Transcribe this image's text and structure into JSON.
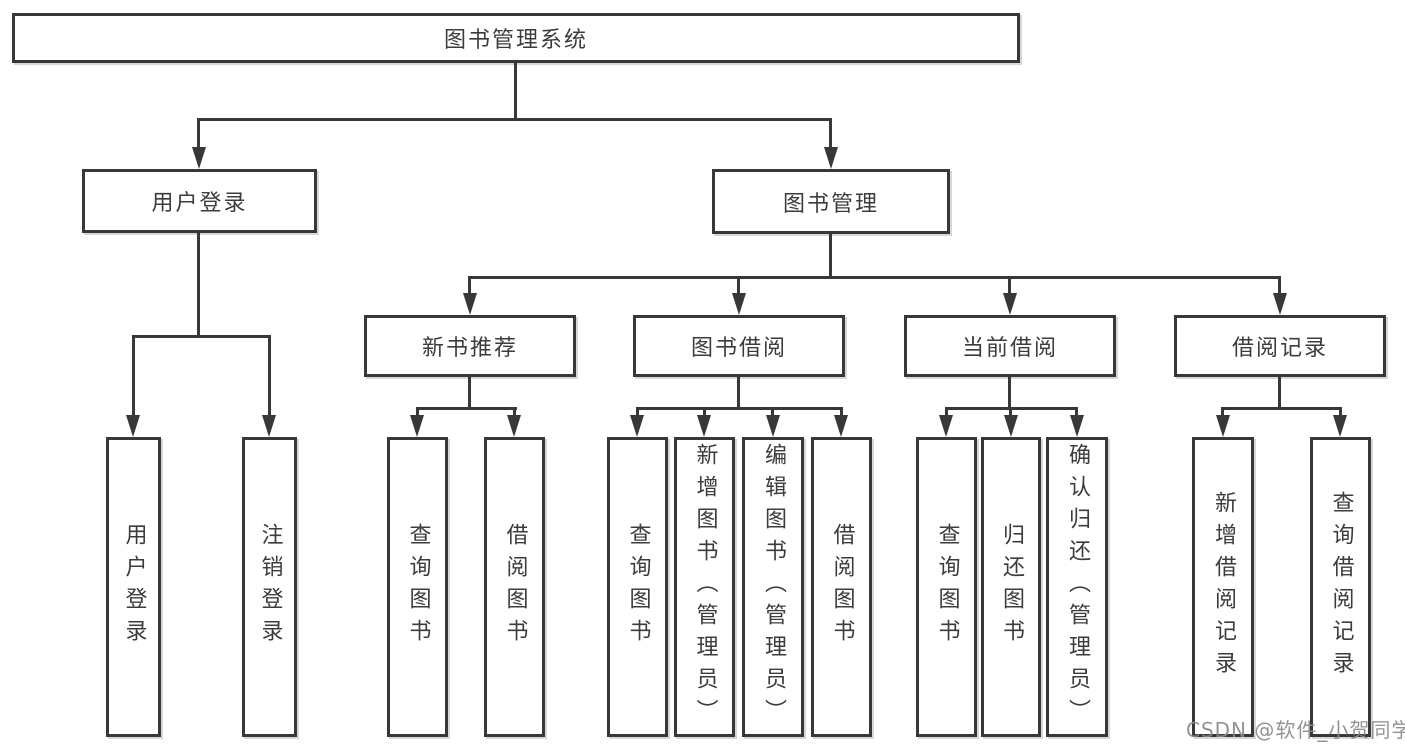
{
  "diagram": {
    "root": "图书管理系统",
    "level1": [
      "用户登录",
      "图书管理"
    ],
    "level2": [
      "新书推荐",
      "图书借阅",
      "当前借阅",
      "借阅记录"
    ],
    "leaves_user_login": [
      "用户登录",
      "注销登录"
    ],
    "leaves_new_books": [
      "查询图书",
      "借阅图书"
    ],
    "leaves_book_borrow": [
      "查询图书",
      "新增图书（管理员）",
      "编辑图书（管理员）",
      "借阅图书"
    ],
    "leaves_current_borrow": [
      "查询图书",
      "归还图书",
      "确认归还（管理员）"
    ],
    "leaves_borrow_records": [
      "新增借阅记录",
      "查询借阅记录"
    ]
  },
  "watermark": "CSDN @软件_小贺同学",
  "colors": {
    "line": "#383838",
    "text": "#3c3c3c",
    "watermark": "#8a8a8a",
    "background": "#ffffff"
  }
}
